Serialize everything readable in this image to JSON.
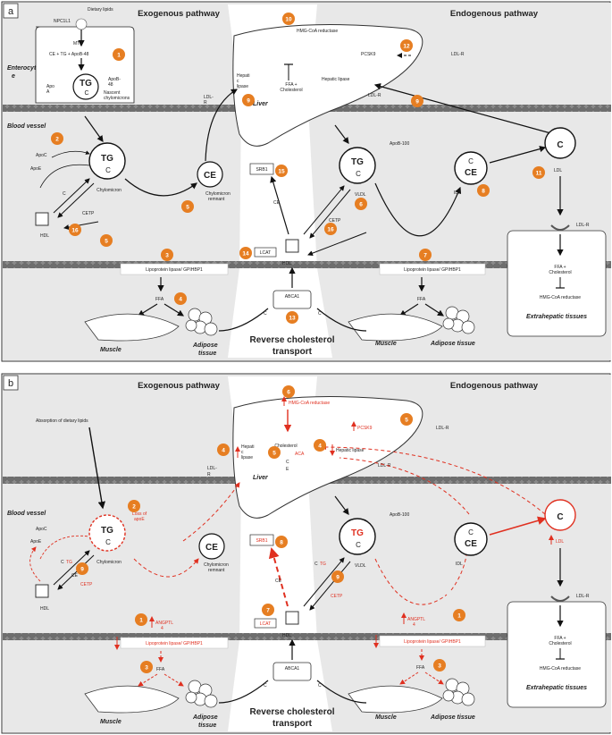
{
  "panel_a": {
    "label": "a",
    "headers": {
      "exogenous": "Exogenous pathway",
      "endogenous": "Endogenous pathway"
    },
    "enterocyte": {
      "dietary": "Dietary lipids",
      "npc": "NPC1L1",
      "mtp": "MTP",
      "cetg": "CE + TG + ApoB-48",
      "title_1": "Enterocyt",
      "title_2": "e",
      "apob48_1": "ApoB-",
      "apob48_2": "48",
      "apoa_1": "Apo",
      "apoa_2": "A",
      "nascent_1": "Nascent",
      "nascent_2": "chylomicrons"
    },
    "liver": {
      "title": "Liver",
      "hmg": "HMG-CoA reductase",
      "ffa_1": "FFA +",
      "ffa_2": "Cholesterol",
      "hep_lipase_left_1": "Hepati",
      "hep_lipase_left_2": "c",
      "hep_lipase_left_3": "lipase",
      "hep_lipase_right": "Hepatic lipase",
      "ldlr": "LDL-R",
      "pcsk9": "PCSK9",
      "srb1": "SRB1",
      "ldlr_left_1": "LDL-",
      "ldlr_left_2": "R"
    },
    "blood_vessel": "Blood vessel",
    "particles": {
      "chylomicron": "Chylomicron",
      "remnant_1": "Chylomicron",
      "remnant_2": "remnant",
      "vldl": "VLDL",
      "idl": "IDL",
      "ldl": "LDL",
      "hdl_left": "HDL",
      "hdl_mid": "HDL",
      "apoc": "ApoC",
      "apoe": "ApoE",
      "apob100": "ApoB-100"
    },
    "core": {
      "tg": "TG",
      "c": "C",
      "ce": "CE"
    },
    "enzymes": {
      "lpl_left": "Lipoprotein lipase/ GPIHBP1",
      "lpl_right": "Lipoprotein lipase/ GPIHBP1",
      "ffa_left": "FFA",
      "ffa_right": "FFA",
      "lcat": "LCAT",
      "abca1": "ABCA1",
      "cetp": "CETP",
      "cetp_left": "CETP",
      "ce_mid": "CE",
      "c_small": "C"
    },
    "tissues": {
      "muscle_left": "Muscle",
      "adipose_left_1": "Adipose",
      "adipose_left_2": "tissue",
      "muscle_right": "Muscle",
      "adipose_right": "Adipose tissue",
      "extrahepatic": "Extrahepatic tissues",
      "ldlr_ext": "LDL-R",
      "ext_ffa_1": "FFA +",
      "ext_ffa_2": "Cholesterol",
      "ext_hmg": "HMG-CoA reductase"
    },
    "reverse_1": "Reverse cholesterol",
    "reverse_2": "transport",
    "badges": [
      "1",
      "2",
      "3",
      "4",
      "5",
      "5",
      "6",
      "7",
      "8",
      "9",
      "9",
      "10",
      "11",
      "12",
      "13",
      "14",
      "15",
      "16",
      "16"
    ]
  },
  "panel_b": {
    "label": "b",
    "headers": {
      "exogenous": "Exogenous pathway",
      "endogenous": "Endogenous pathway"
    },
    "absorption": "Absorption of dietary lipids",
    "blood_vessel": "Blood vessel",
    "liver": {
      "title": "Liver",
      "hmg": "HMG-CoA reductase",
      "pcsk9": "PCSK9",
      "hep_lipase_right": "Hepatic lipase",
      "hep_lipase_left_1": "Hepati",
      "hep_lipase_left_2": "c",
      "hep_lipase_left_3": "lipase",
      "ldlr_right": "LDL-R",
      "ldlr_far": "LDL-R",
      "ldlr_left_1": "LDL-",
      "ldlr_left_2": "R",
      "cholesterol": "Cholesterol",
      "aca": "ACA",
      "srb1": "SRB1",
      "c_small": "C",
      "e_small": "E"
    },
    "loss_apoe_1": "Loss of",
    "loss_apoe_2": "apoE",
    "particles": {
      "chylomicron": "Chylomicron",
      "remnant_1": "Chylomicron",
      "remnant_2": "remnant",
      "vldl": "VLDL",
      "idl": "IDL",
      "ldl": "LDL",
      "hdl_left": "HDL",
      "hdl_mid": "HDL",
      "apoc": "ApoC",
      "apoe": "ApoE",
      "apob100": "ApoB-100"
    },
    "core": {
      "tg": "TG",
      "c": "C",
      "ce": "CE"
    },
    "enzymes": {
      "angptl_left_1": "ANGPTL",
      "angptl_left_2": "4",
      "angptl_right_1": "ANGPTL",
      "angptl_right_2": "4",
      "lpl_left": "Lipoprotein lipase/ GPIHBP1",
      "lpl_right": "Lipoprotein lipase/ GPIHBP1",
      "ffa_left": "FFA",
      "ffa_right": "FFA",
      "lcat": "LCAT",
      "abca1": "ABCA1",
      "cetp": "CETP",
      "cetp_left": "CETP",
      "ce_mid": "CE",
      "ce_left": "CE",
      "tg_left": "TG",
      "c_left": "C",
      "tg_mid": "TG",
      "c_mid": "C"
    },
    "tissues": {
      "muscle_left": "Muscle",
      "adipose_left_1": "Adipose",
      "adipose_left_2": "tissue",
      "muscle_right": "Muscle",
      "adipose_right": "Adipose tissue",
      "extrahepatic": "Extrahepatic tissues",
      "ldlr_ext": "LDL-R",
      "ext_ffa_1": "FFA +",
      "ext_ffa_2": "Cholesterol",
      "ext_hmg": "HMG-CoA reductase"
    },
    "reverse_1": "Reverse cholesterol",
    "reverse_2": "transport",
    "badges": [
      "1",
      "1",
      "2",
      "3",
      "3",
      "4",
      "4",
      "5",
      "5",
      "6",
      "7",
      "8",
      "9",
      "9"
    ]
  },
  "colors": {
    "badge": "#e67e22",
    "red": "#e03020",
    "band": "#e6e6e6",
    "membrane": "#7d7d7d"
  }
}
